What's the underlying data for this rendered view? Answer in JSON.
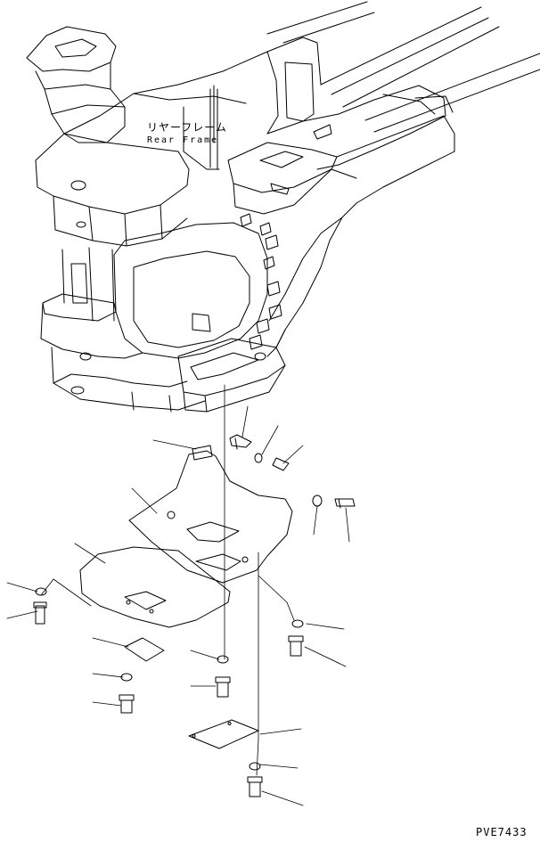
{
  "labels": {
    "part_name_jp": "リヤーフレーム",
    "part_name_en": "Rear Frame"
  },
  "figure_code": "PVE7433"
}
